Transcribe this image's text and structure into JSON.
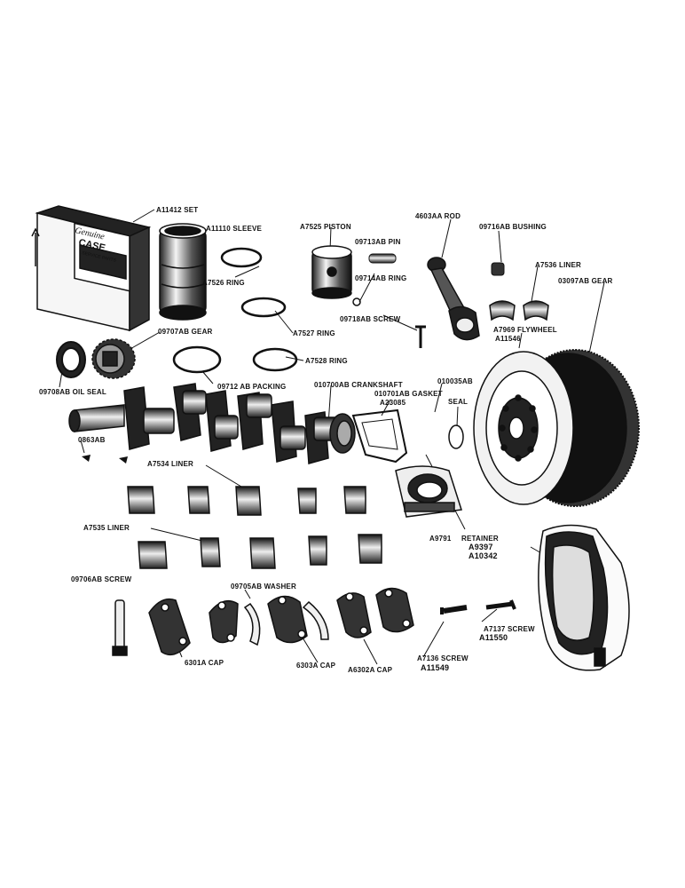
{
  "labels": {
    "set": "A11412 SET",
    "sleeve": "A11110 SLEEVE",
    "piston": "A7525 PISTON",
    "pin": "09713AB PIN",
    "rod": "4603AA ROD",
    "bushing": "09716AB BUSHING",
    "liner_a7536": "A7536 LINER",
    "gear_03097ab": "03097AB GEAR",
    "ring_a7526": "A7526 RING",
    "ring_09714ab": "09714AB RING",
    "screw_09718ab": "09718AB SCREW",
    "ring_a7527": "A7527 RING",
    "flywheel_a7969": "A7969 FLYWHEEL",
    "flywheel_a11546": "A11546",
    "gear_09707ab": "09707AB GEAR",
    "oil_seal": "09708AB OIL SEAL",
    "packing": "09712 AB PACKING",
    "ring_a7528": "A7528 RING",
    "crankshaft": "010700AB CRANKSHAFT",
    "gasket": "010701AB GASKET",
    "gasket_a23085": "A23085",
    "seal_code": "010035AB",
    "seal": "SEAL",
    "key_0863ab": "0863AB",
    "liner_a7534": "A7534 LINER",
    "liner_a7535": "A7535 LINER",
    "retainer_a9791": "A9791",
    "retainer": "RETAINER",
    "retainer_a9397": "A9397",
    "retainer_a10342": "A10342",
    "screw_09706ab": "09706AB SCREW",
    "washer": "09705AB WASHER",
    "screw_a7137": "A7137 SCREW",
    "screw_a11550": "A11550",
    "cap_6301a": "6301A CAP",
    "cap_6303a": "6303A CAP",
    "cap_a6302a": "A6302A CAP",
    "screw_a7136": "A7136 SCREW",
    "screw_a11549": "A11549"
  },
  "box_text": {
    "line1": "Genuine",
    "line2": "CASE",
    "line3": "SERVICE PARTS"
  }
}
